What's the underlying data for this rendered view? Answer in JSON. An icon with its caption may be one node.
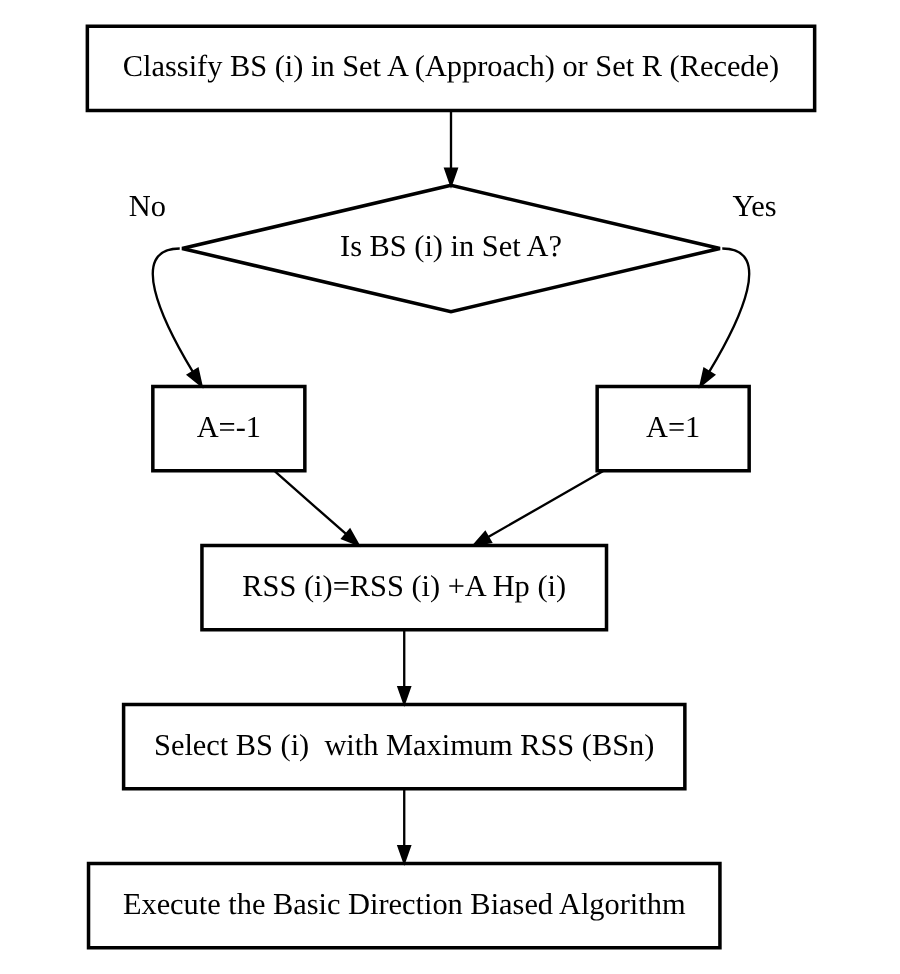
{
  "diagram": {
    "nodes": [
      {
        "text": [
          "Classify BS (i) in Set A (Approach) or Set R (Recede)"
        ]
      },
      {
        "text": [
          "Is BS (i) in Set A?"
        ]
      },
      {
        "text": [
          "A=-1"
        ]
      },
      {
        "text": [
          "A=1"
        ]
      },
      {
        "text": [
          "RSS (i)=RSS (i) +A Hp (i)"
        ]
      },
      {
        "text": [
          "Select BS (i)  with Maximum RSS (BSn)"
        ]
      },
      {
        "text": [
          "Execute the Basic Direction Biased Algorithm"
        ]
      }
    ],
    "edges": [
      {
        "from": 0,
        "to": 1,
        "arrow": "to"
      },
      {
        "from": 1,
        "to": 2,
        "arrow": "to",
        "label": "No"
      },
      {
        "from": 1,
        "to": 3,
        "arrow": "to",
        "label": "Yes"
      },
      {
        "from": 2,
        "to": 4,
        "arrow": "to"
      },
      {
        "from": 3,
        "to": 4,
        "arrow": "to"
      },
      {
        "from": 4,
        "to": 5,
        "arrow": "to"
      },
      {
        "from": 5,
        "to": 6,
        "arrow": "to"
      }
    ]
  }
}
